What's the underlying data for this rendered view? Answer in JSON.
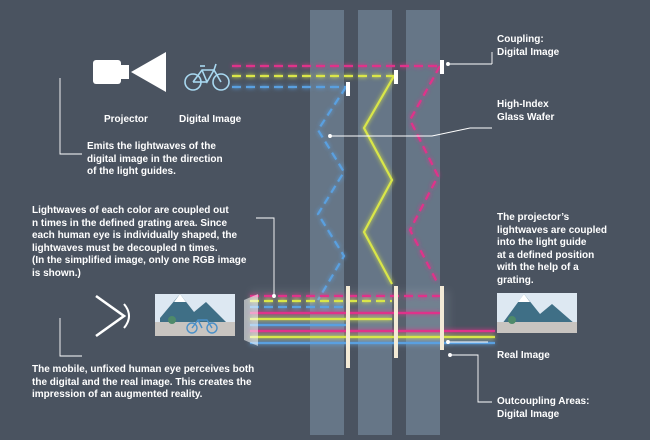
{
  "labels": {
    "projector": "Projector",
    "digital_image": "Digital Image",
    "coupling_1": "Coupling:",
    "coupling_2": "Digital Image",
    "wafer_1": "High-Index",
    "wafer_2": "Glass Wafer",
    "real_image": "Real Image",
    "outcoupling_1": "Outcoupling Areas:",
    "outcoupling_2": "Digital Image"
  },
  "captions": {
    "projector_desc": [
      "Emits the lightwaves of the",
      "digital image in the direction",
      "of the light guides."
    ],
    "coupled_out": [
      "Lightwaves of each color are coupled out",
      "n times in the defined grating area. Since",
      "each human eye is individually shaped, the",
      "lightwaves must be decoupled n times.",
      "(In the simplified image, only one RGB image",
      "is shown.)"
    ],
    "projector_coupled": [
      "The projector’s",
      "lightwaves are coupled",
      "into the light guide",
      "at a defined position",
      "with the help of a",
      "grating."
    ],
    "human_eye": [
      "The mobile, unfixed human eye perceives both",
      "the digital and the real image. This creates the",
      "impression of an augmented reality."
    ]
  },
  "colors": {
    "background": "#4a5360",
    "magenta": "#e0338a",
    "yellow": "#d9e64a",
    "blue": "#5aa0e0",
    "glass": "#7d93a8",
    "sky": "#dde8f2",
    "mountain": "#3f6f86",
    "ground": "#c8c4c0"
  },
  "icons": [
    "projector-icon",
    "bicycle-icon",
    "eye-icon",
    "mountain-scene-icon"
  ]
}
